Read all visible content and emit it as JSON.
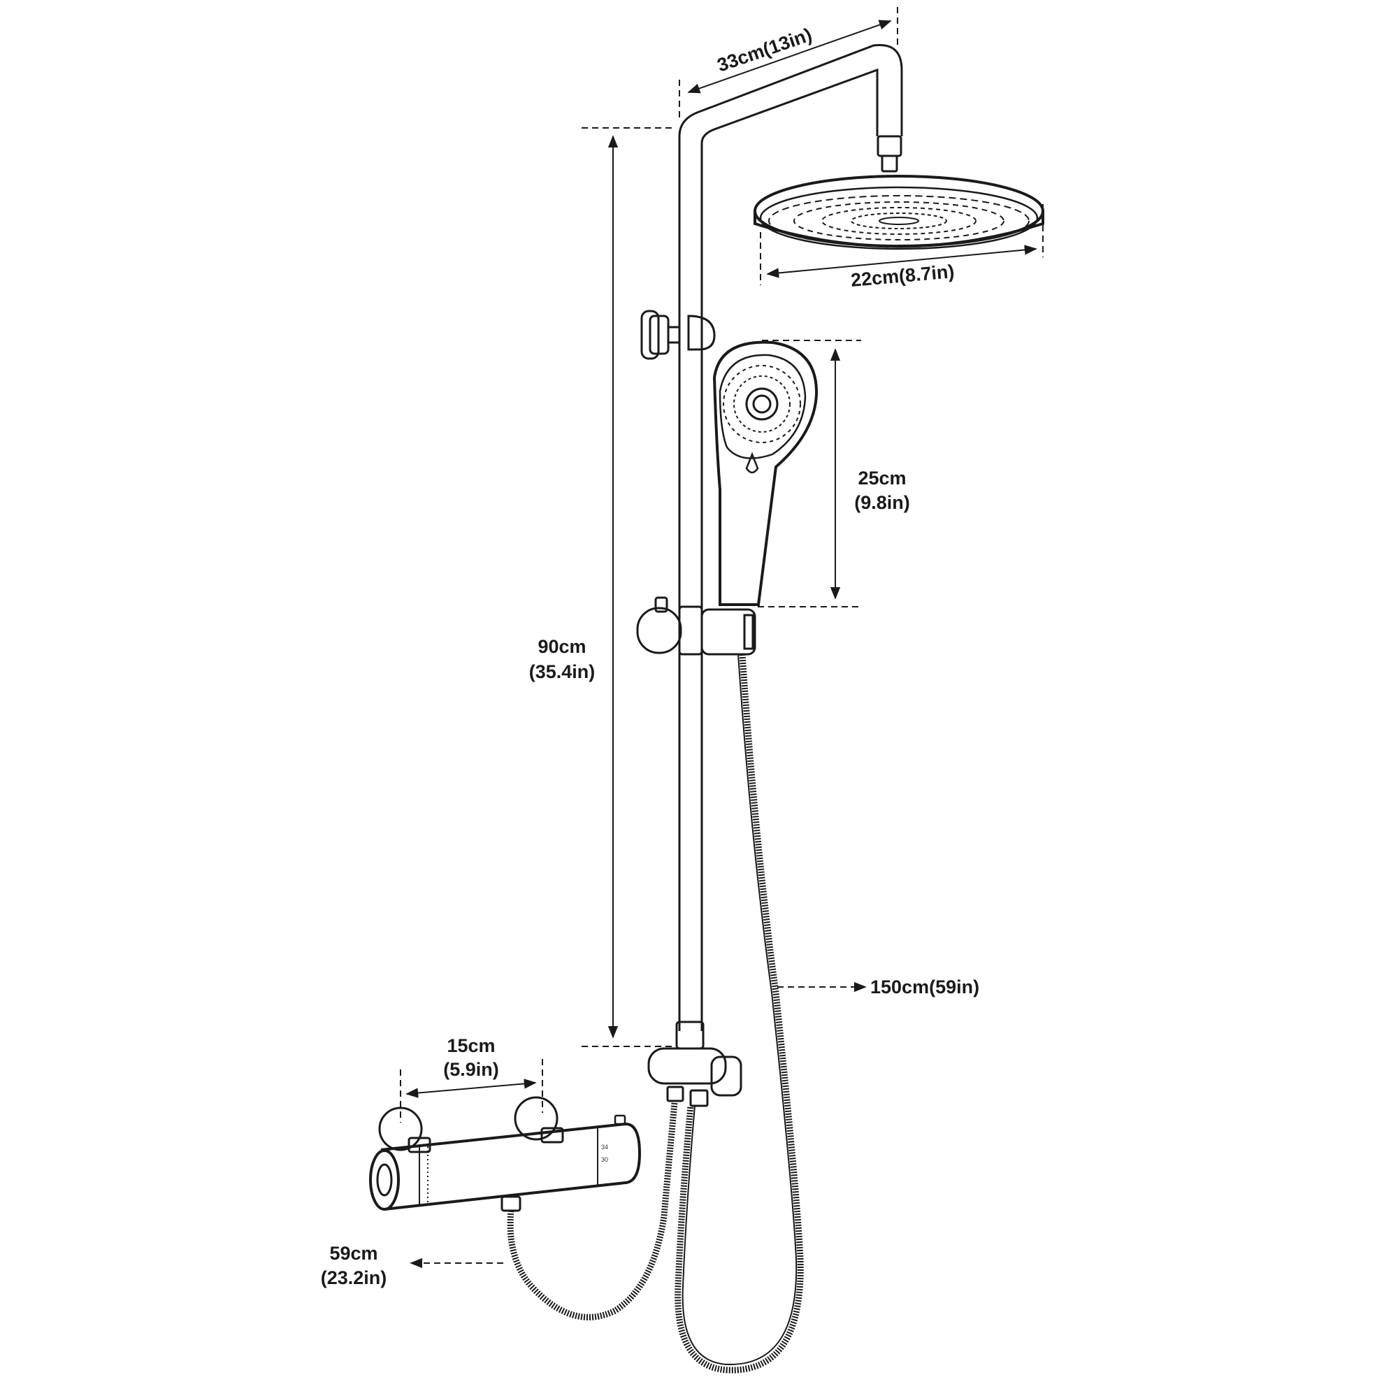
{
  "labels": {
    "arm_reach": "33cm(13in)",
    "head_diameter": "22cm(8.7in)",
    "hand_length_cm": "25cm",
    "hand_length_in": "(9.8in)",
    "rail_height_cm": "90cm",
    "rail_height_in": "(35.4in)",
    "hose_length": "150cm(59in)",
    "centers_cm": "15cm",
    "centers_in": "(5.9in)",
    "short_hose_cm": "59cm",
    "short_hose_in": "(23.2in)",
    "dial_a": "34",
    "dial_b": "30"
  },
  "colors": {
    "line": "#1a1a1a",
    "background": "#ffffff"
  }
}
